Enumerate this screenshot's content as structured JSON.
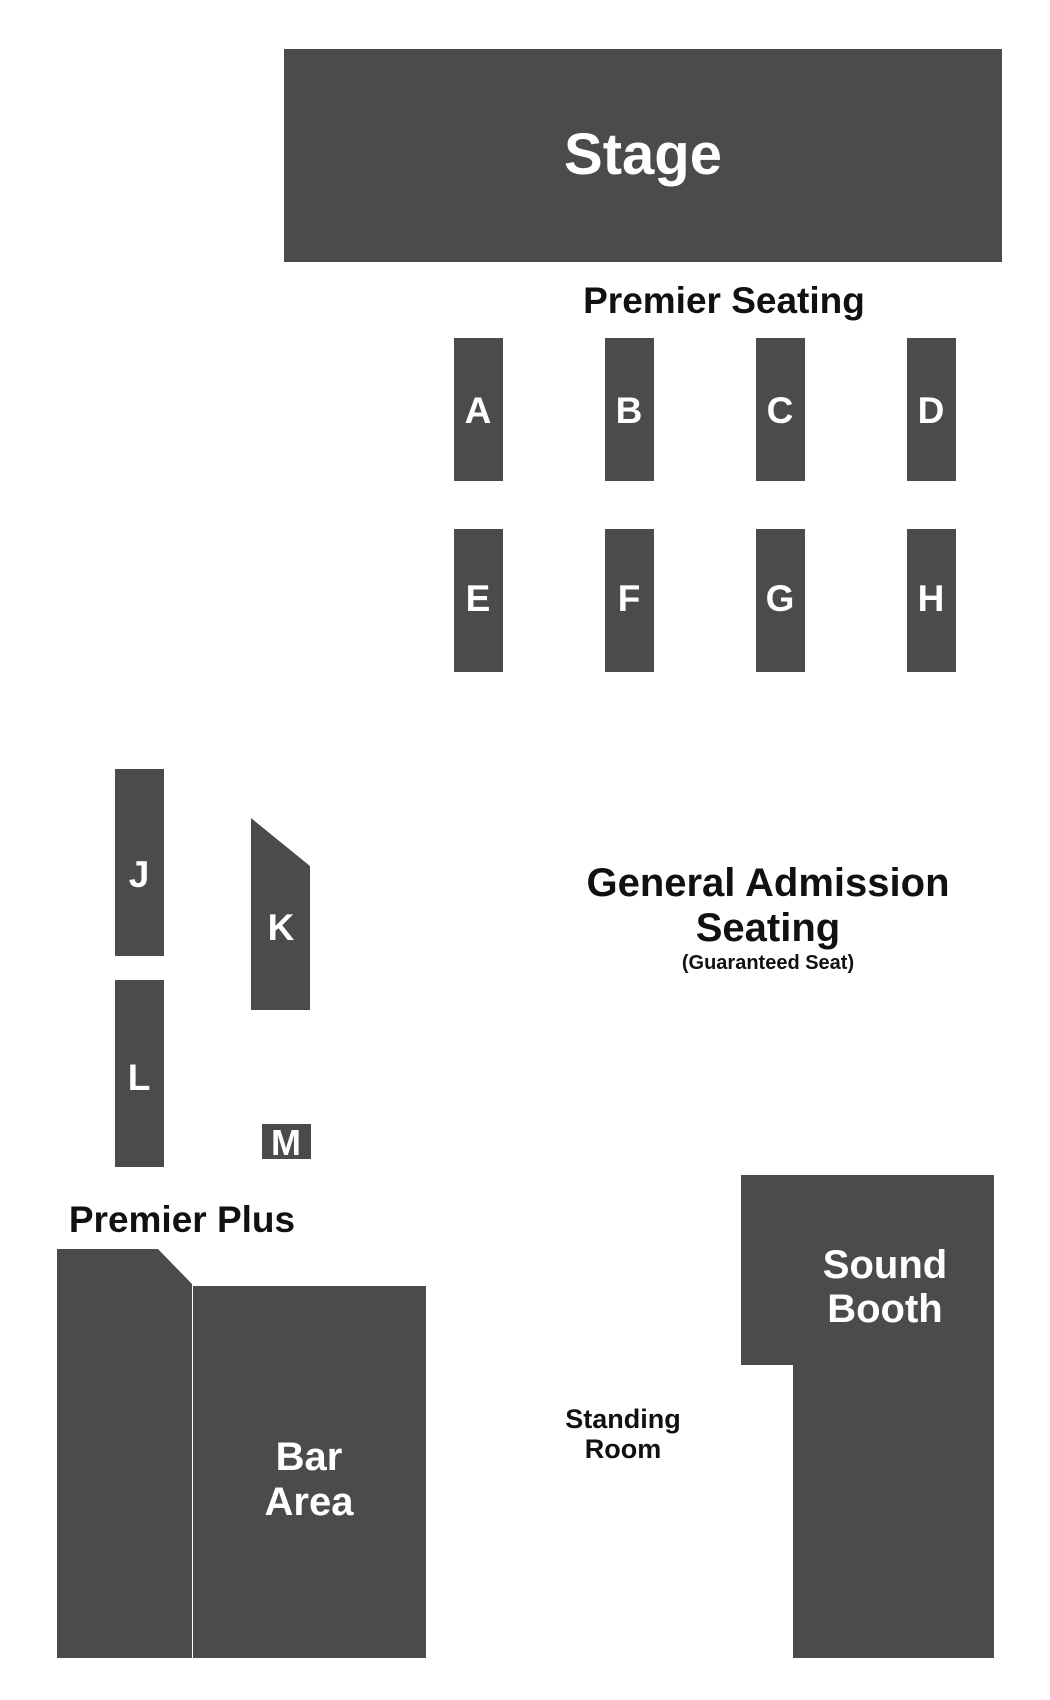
{
  "stage": {
    "label": "Stage"
  },
  "premier_seating": {
    "title": "Premier Seating",
    "sections": [
      "A",
      "B",
      "C",
      "D",
      "E",
      "F",
      "G",
      "H"
    ]
  },
  "side_sections": {
    "j": "J",
    "k": "K",
    "l": "L",
    "m": "M"
  },
  "general_admission": {
    "title_line1": "General Admission",
    "title_line2": "Seating",
    "note": "(Guaranteed Seat)"
  },
  "premier_plus": {
    "title": "Premier Plus"
  },
  "bar_area": {
    "line1": "Bar",
    "line2": "Area"
  },
  "standing_room": {
    "line1": "Standing",
    "line2": "Room"
  },
  "sound_booth": {
    "line1": "Sound",
    "line2": "Booth"
  },
  "colors": {
    "section_fill": "#4b4b4b",
    "label_on_section": "#ffffff",
    "text": "#111111",
    "background": "#ffffff"
  }
}
